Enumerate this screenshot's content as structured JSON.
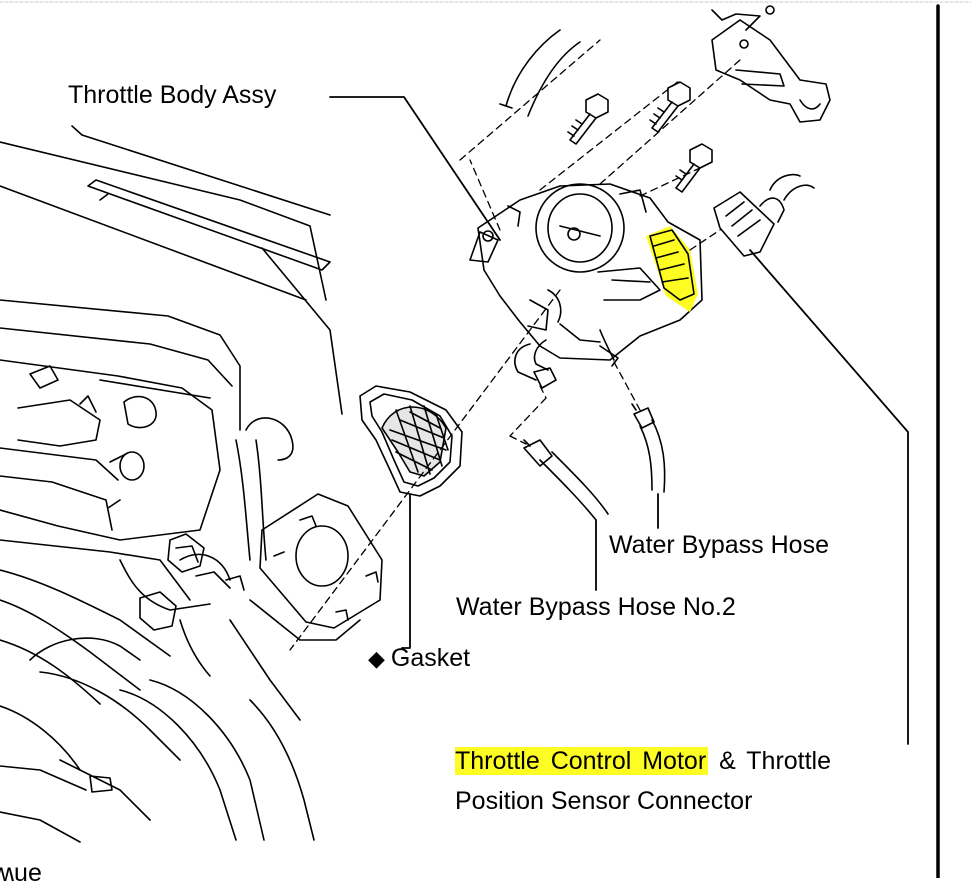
{
  "diagram": {
    "labels": {
      "throttle_body": "Throttle Body Assy",
      "water_bypass_hose": "Water Bypass Hose",
      "water_bypass_hose_no2": "Water Bypass Hose No.2",
      "gasket_symbol": "◆",
      "gasket": "Gasket",
      "tcm_highlight": "Throttle Control Motor",
      "tcm_rest": "& Throttle",
      "tps_connector": "Position Sensor Connector",
      "corner_fragment": "ʍue"
    },
    "colors": {
      "highlight": "#fdfd23",
      "line": "#000000",
      "page_border": "#c8c8c8"
    },
    "icons": {
      "gasket_marker": "black-diamond-icon"
    }
  }
}
